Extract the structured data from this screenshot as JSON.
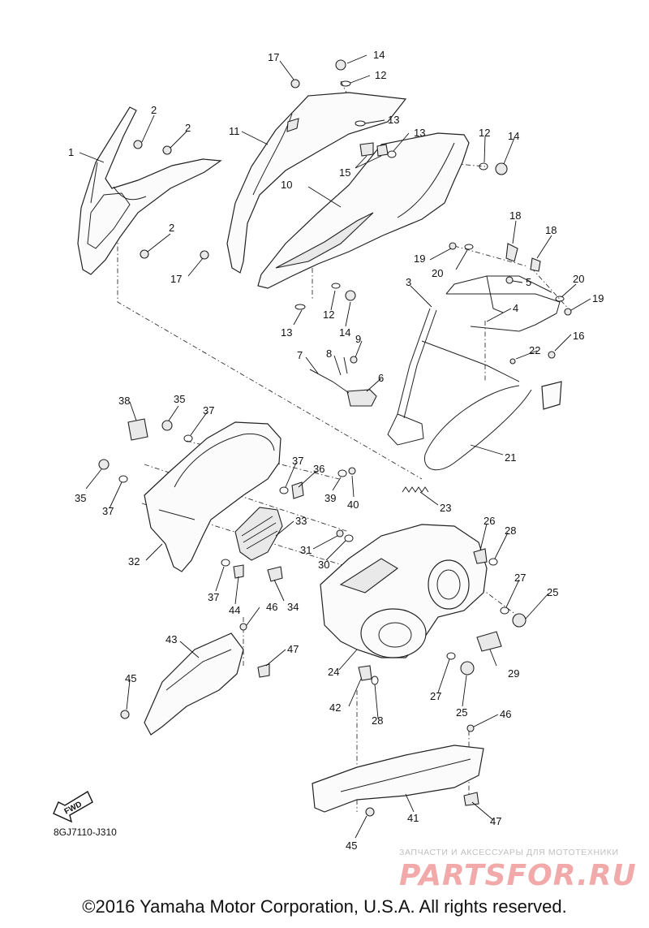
{
  "callouts": {
    "c1": "1",
    "c2a": "2",
    "c2b": "2",
    "c2c": "2",
    "c3": "3",
    "c4": "4",
    "c5": "5",
    "c6": "6",
    "c7": "7",
    "c8": "8",
    "c9": "9",
    "c10": "10",
    "c11": "11",
    "c12a": "12",
    "c12b": "12",
    "c12c": "12",
    "c13a": "13",
    "c13b": "13",
    "c13c": "13",
    "c14a": "14",
    "c14b": "14",
    "c14c": "14",
    "c15": "15",
    "c16": "16",
    "c17a": "17",
    "c17b": "17",
    "c18a": "18",
    "c18b": "18",
    "c19a": "19",
    "c19b": "19",
    "c20a": "20",
    "c20b": "20",
    "c21": "21",
    "c22": "22",
    "c23": "23",
    "c24": "24",
    "c25a": "25",
    "c25b": "25",
    "c26": "26",
    "c27a": "27",
    "c27b": "27",
    "c28a": "28",
    "c28b": "28",
    "c29": "29",
    "c30": "30",
    "c31": "31",
    "c32": "32",
    "c33": "33",
    "c34": "34",
    "c35a": "35",
    "c35b": "35",
    "c36": "36",
    "c37a": "37",
    "c37b": "37",
    "c37c": "37",
    "c37d": "37",
    "c38": "38",
    "c39": "39",
    "c40": "40",
    "c41": "41",
    "c42": "42",
    "c43": "43",
    "c44": "44",
    "c45a": "45",
    "c45b": "45",
    "c46a": "46",
    "c46b": "46",
    "c47a": "47",
    "c47b": "47"
  },
  "fwd_label": "FWD",
  "diagram_code": "8GJ7110-J310",
  "watermark": {
    "tagline": "ЗАПЧАСТИ И АКСЕССУАРЫ ДЛЯ МОТОТЕХНИКИ",
    "logo_text": "PARTSFOR.RU",
    "color": "#e05a5a"
  },
  "copyright": "©2016 Yamaha Motor Corporation, U.S.A. All rights reserved."
}
